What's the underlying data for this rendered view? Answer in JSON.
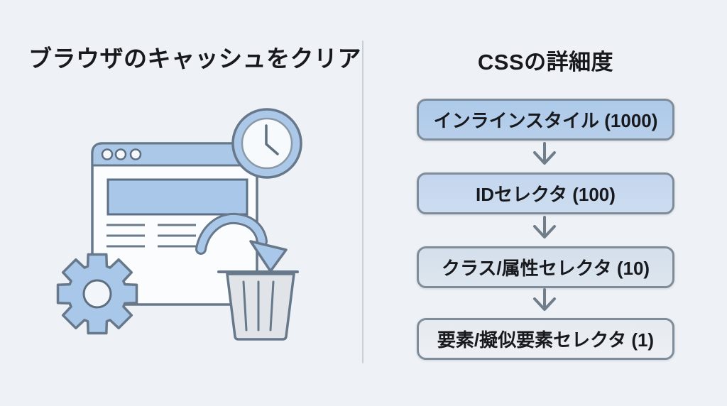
{
  "page": {
    "background_color": "#eef2f6",
    "divider_color": "#c9cfd6",
    "text_color": "#17191d"
  },
  "left_panel": {
    "title": "ブラウザのキャッシュをクリア",
    "illustration": {
      "icons": [
        "browser-window-icon",
        "clock-icon",
        "curved-arrow-icon",
        "trash-icon",
        "gear-icon"
      ],
      "accent_color": "#a9c7e8",
      "outline_color": "#67788a",
      "trash_fill": "#e0e4e8"
    }
  },
  "right_panel": {
    "title": "CSSの詳細度",
    "flow": {
      "border_color": "#7f8c9a",
      "arrow_color": "#707d8a",
      "boxes": [
        {
          "label": "インラインスタイル (1000)",
          "fill": "#b1cbe9"
        },
        {
          "label": "IDセレクタ (100)",
          "fill": "#c8d9ef"
        },
        {
          "label": "クラス/属性セレクタ (10)",
          "fill": "#d9e3ed"
        },
        {
          "label": "要素/擬似要素セレクタ (1)",
          "fill": "#e9edf2"
        }
      ]
    }
  }
}
